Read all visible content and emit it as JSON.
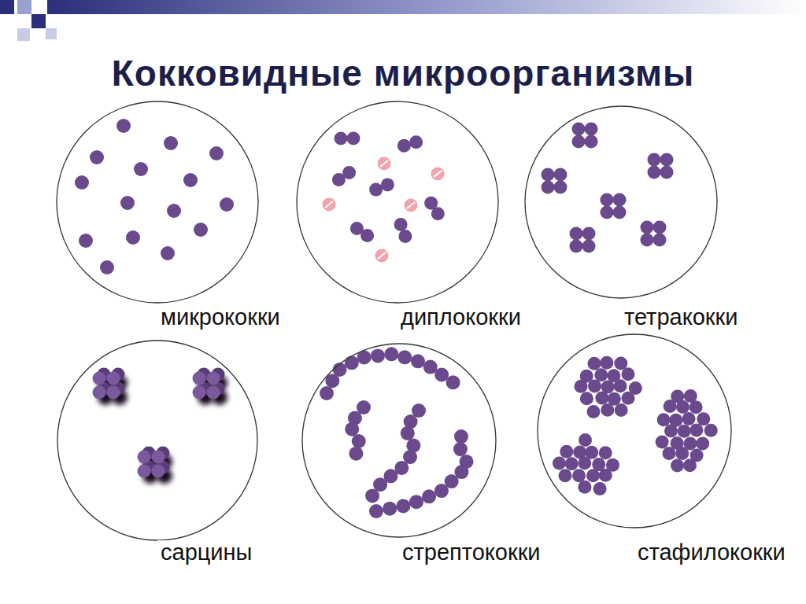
{
  "diagram": {
    "title": "Кокковидные микроорганизмы",
    "nodes": [
      {
        "text": [
          "микрококки"
        ]
      },
      {
        "text": [
          "диплококки"
        ]
      },
      {
        "text": [
          "тетракокки"
        ]
      },
      {
        "text": [
          "сарцины"
        ]
      },
      {
        "text": [
          "стрептококки"
        ]
      },
      {
        "text": [
          "стафилококки"
        ]
      }
    ]
  }
}
